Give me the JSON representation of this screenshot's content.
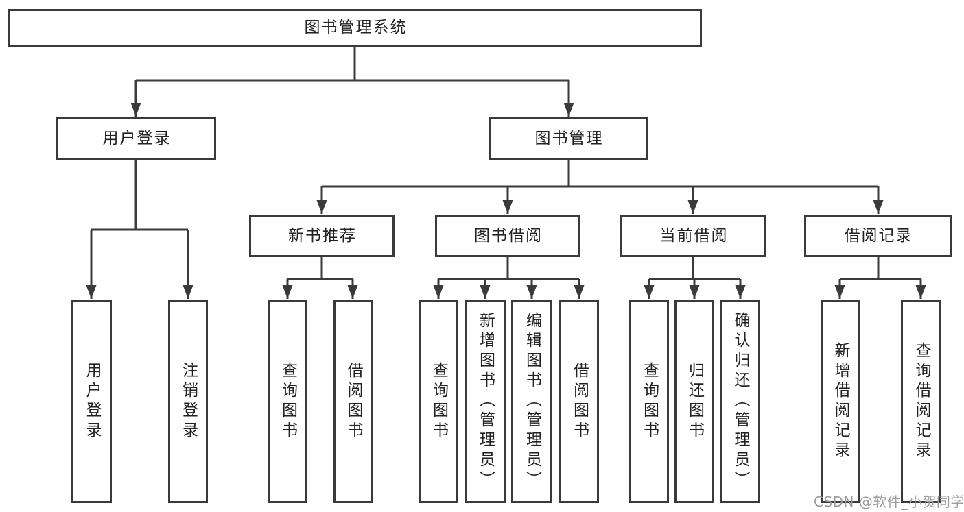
{
  "colors": {
    "line": "#3a3a3a",
    "box_border": "#3a3a3a",
    "text": "#222222",
    "watermark": "#9c9c9c",
    "background": "#ffffff"
  },
  "watermark": "CSDN @软件_小贺同学",
  "tree": {
    "root": {
      "label": "图书管理系统"
    },
    "login": {
      "label": "用户登录",
      "children": [
        {
          "label": "用户登录"
        },
        {
          "label": "注销登录"
        }
      ]
    },
    "management": {
      "label": "图书管理",
      "sections": [
        {
          "label": "新书推荐",
          "children": [
            {
              "label": "查询图书"
            },
            {
              "label": "借阅图书"
            }
          ]
        },
        {
          "label": "图书借阅",
          "children": [
            {
              "label": "查询图书"
            },
            {
              "label": "新增图书（管理员）"
            },
            {
              "label": "编辑图书（管理员）"
            },
            {
              "label": "借阅图书"
            }
          ]
        },
        {
          "label": "当前借阅",
          "children": [
            {
              "label": "查询图书"
            },
            {
              "label": "归还图书"
            },
            {
              "label": "确认归还（管理员）"
            }
          ]
        },
        {
          "label": "借阅记录",
          "children": [
            {
              "label": "新增借阅记录"
            },
            {
              "label": "查询借阅记录"
            }
          ]
        }
      ]
    }
  }
}
